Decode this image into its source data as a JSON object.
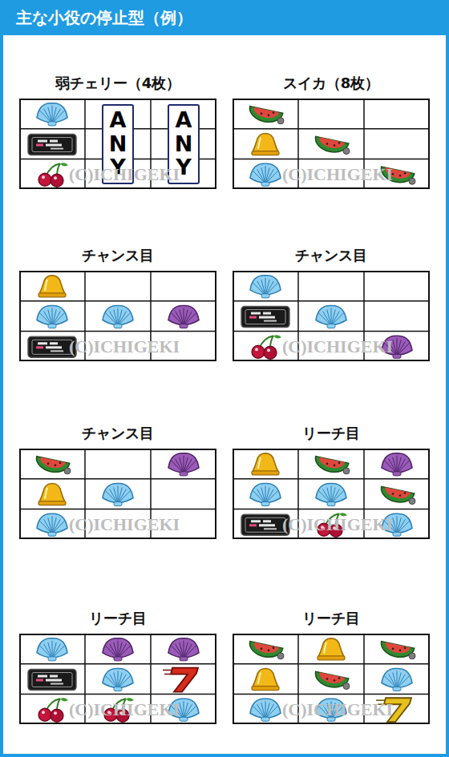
{
  "diagram": {
    "title": "主な小役の停止型（例）",
    "nodes": [
      {
        "text": [
          "弱チェリー（4枚）"
        ]
      },
      {
        "text": [
          "ANY"
        ],
        "in": 0
      },
      {
        "text": [
          "ANY"
        ],
        "in": 0
      },
      {
        "text": [
          "スイカ（8枚）"
        ]
      },
      {
        "text": [
          "チャンス目"
        ]
      },
      {
        "text": [
          "チャンス目"
        ]
      },
      {
        "text": [
          "チャンス目"
        ]
      },
      {
        "text": [
          "リーチ目"
        ]
      },
      {
        "text": [
          "リーチ目"
        ]
      },
      {
        "text": [
          "リーチ目"
        ]
      }
    ],
    "labels": [
      "(C)ICHIGEKI",
      "(C)ICHIGEKI",
      "(C)ICHIGEKI",
      "(C)ICHIGEKI",
      "(C)ICHIGEKI",
      "(C)ICHIGEKI",
      "(C)ICHIGEKI",
      "(C)ICHIGEKI"
    ]
  }
}
